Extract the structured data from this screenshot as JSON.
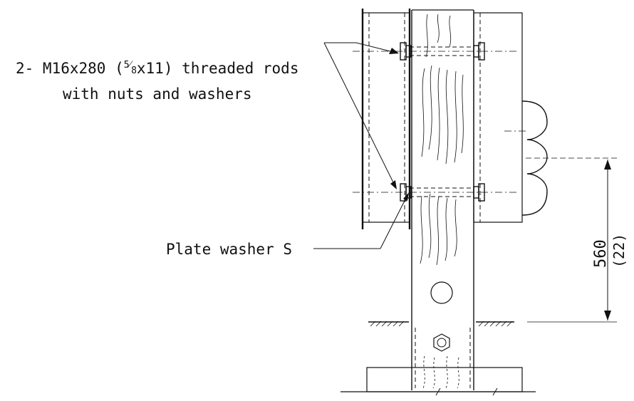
{
  "labels": {
    "rods_line1_prefix": "2- M16x280 (",
    "rods_fraction_num": "5",
    "rods_fraction_den": "8",
    "rods_line1_suffix": "x11) threaded rods",
    "rods_line2": "with nuts and washers",
    "plate_washer": "Plate washer S"
  },
  "dimension": {
    "value": "560",
    "value_alt": "(22)"
  }
}
